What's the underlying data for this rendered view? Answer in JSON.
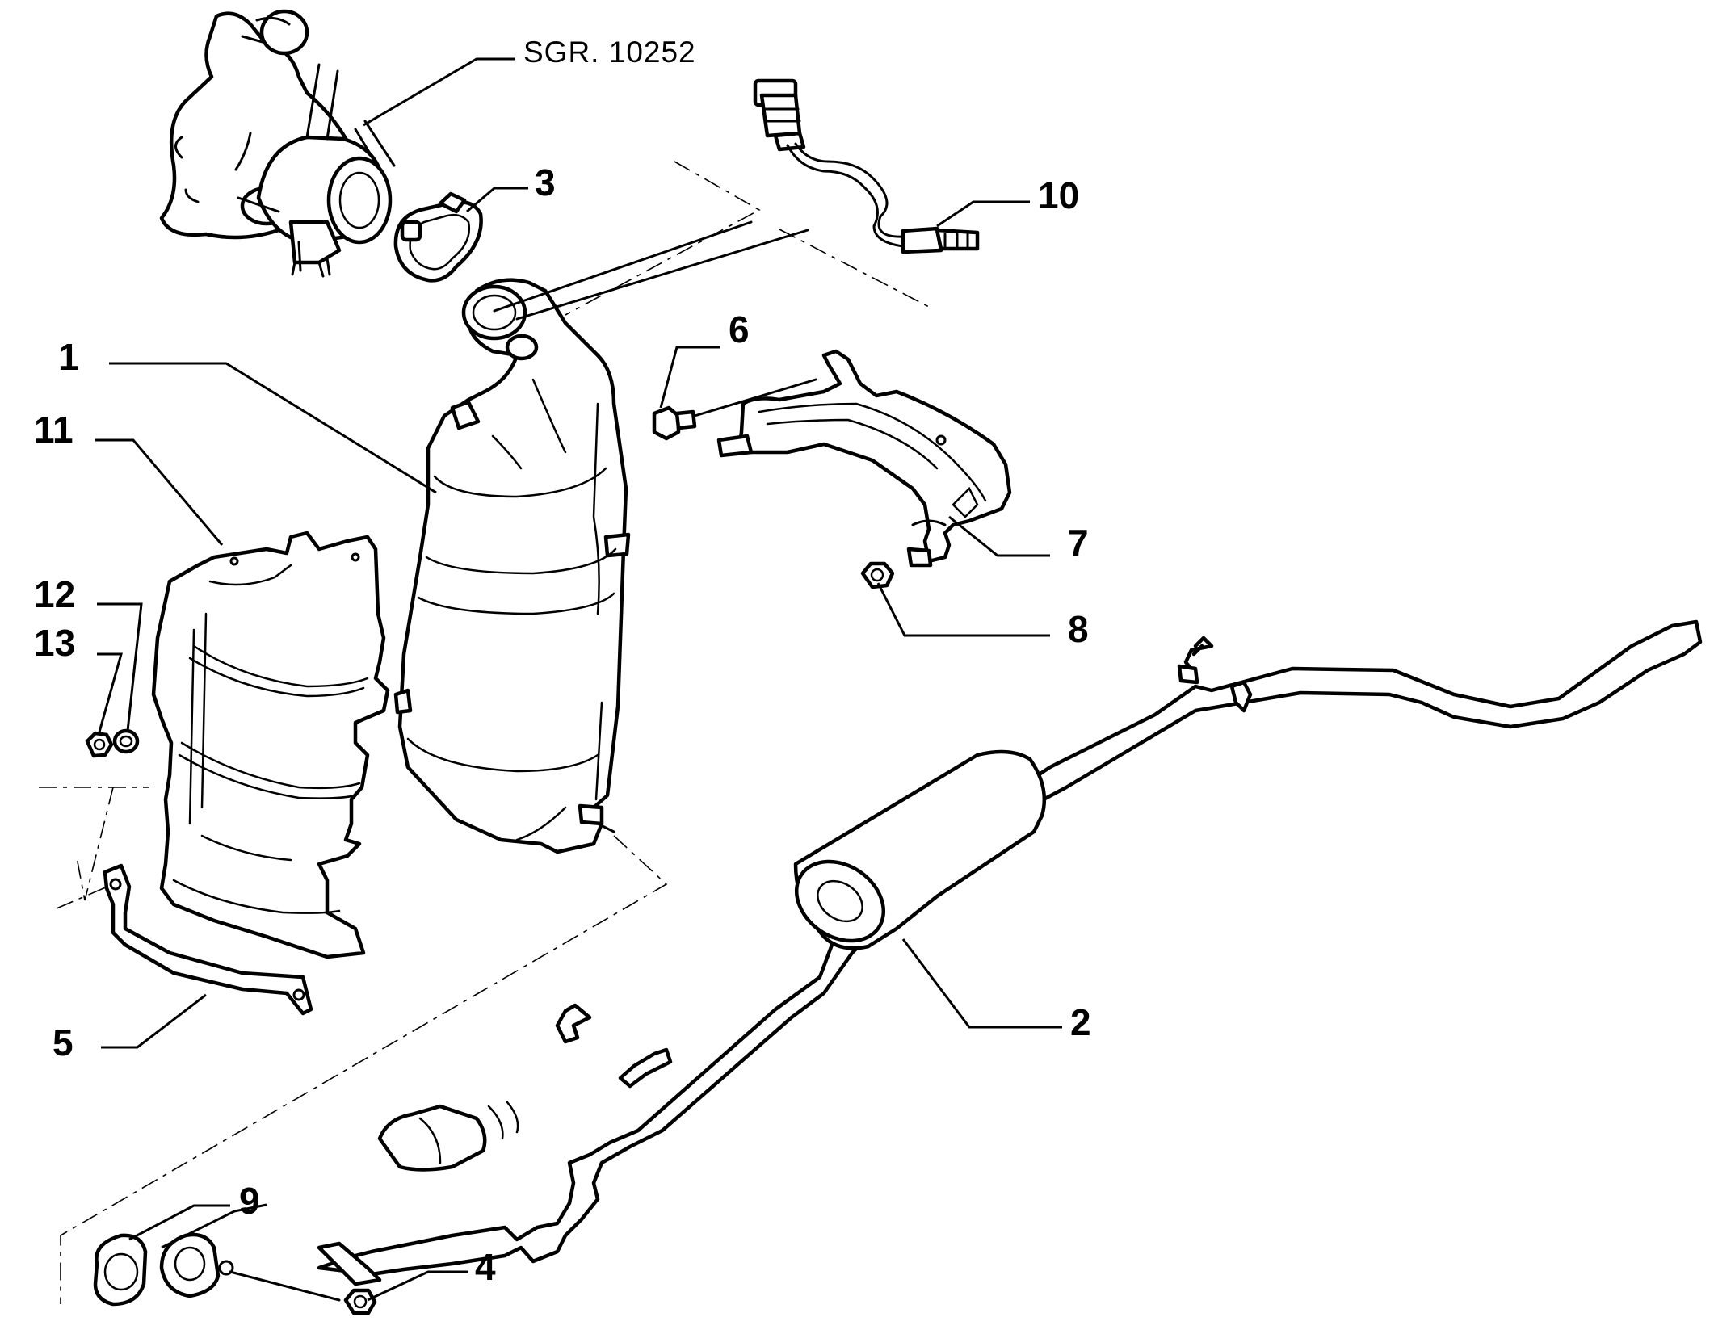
{
  "reference": "SGR. 10252",
  "callouts": {
    "c1": "1",
    "c2": "2",
    "c3": "3",
    "c4": "4",
    "c5": "5",
    "c6": "6",
    "c7": "7",
    "c8": "8",
    "c9": "9",
    "c10": "10",
    "c11": "11",
    "c12": "12",
    "c13": "13"
  }
}
